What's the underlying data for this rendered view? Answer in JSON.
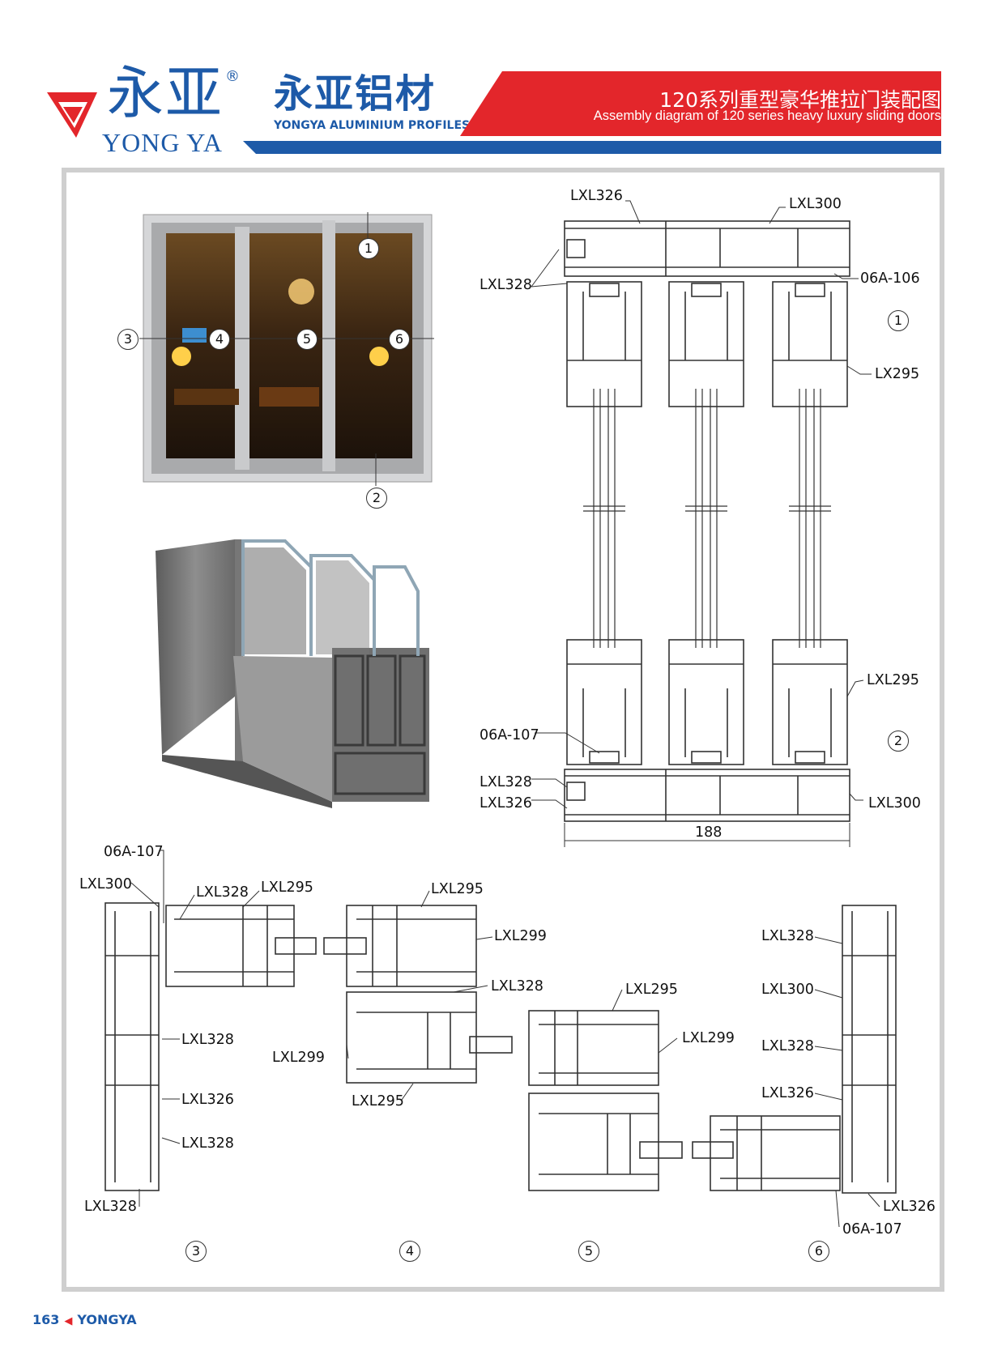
{
  "header": {
    "brand_cn": "永亚",
    "reg_mark": "®",
    "brand_en": "YONG YA",
    "company_cn": "永亚铝材",
    "company_en": "YONGYA ALUMINIUM PROFILES",
    "title_cn": "120系列重型豪华推拉门装配图",
    "title_en": "Assembly diagram of 120 series heavy luxury sliding doors",
    "colors": {
      "brand_blue": "#1d5aa8",
      "accent_red": "#e3262b"
    }
  },
  "photo_markers": [
    "1",
    "2",
    "3",
    "4",
    "5",
    "6"
  ],
  "main_section": {
    "labels": {
      "top_left": "LXL326",
      "top_mid": "LXL300",
      "left_328": "LXL328",
      "right_106": "06A-106",
      "right_295": "LX295",
      "right_lxl295": "LXL295",
      "left_107": "06A-107",
      "bot_328": "LXL328",
      "bot_326": "LXL326",
      "bot_300": "LXL300"
    },
    "markers": {
      "top": "1",
      "bottom": "2"
    },
    "dimension": "188"
  },
  "bottom_section": {
    "s3": [
      "06A-107",
      "LXL300",
      "LXL328",
      "LXL295",
      "LXL328",
      "LXL326",
      "LXL328",
      "LXL328"
    ],
    "s4": [
      "LXL295",
      "LXL299",
      "LXL328",
      "LXL299",
      "LXL295"
    ],
    "s5": [
      "LXL295",
      "LXL299"
    ],
    "s6": [
      "LXL328",
      "LXL300",
      "LXL328",
      "LXL326",
      "LXL326",
      "06A-107"
    ],
    "markers": [
      "3",
      "4",
      "5",
      "6"
    ]
  },
  "footer": {
    "page": "163",
    "brand": "YONGYA"
  }
}
